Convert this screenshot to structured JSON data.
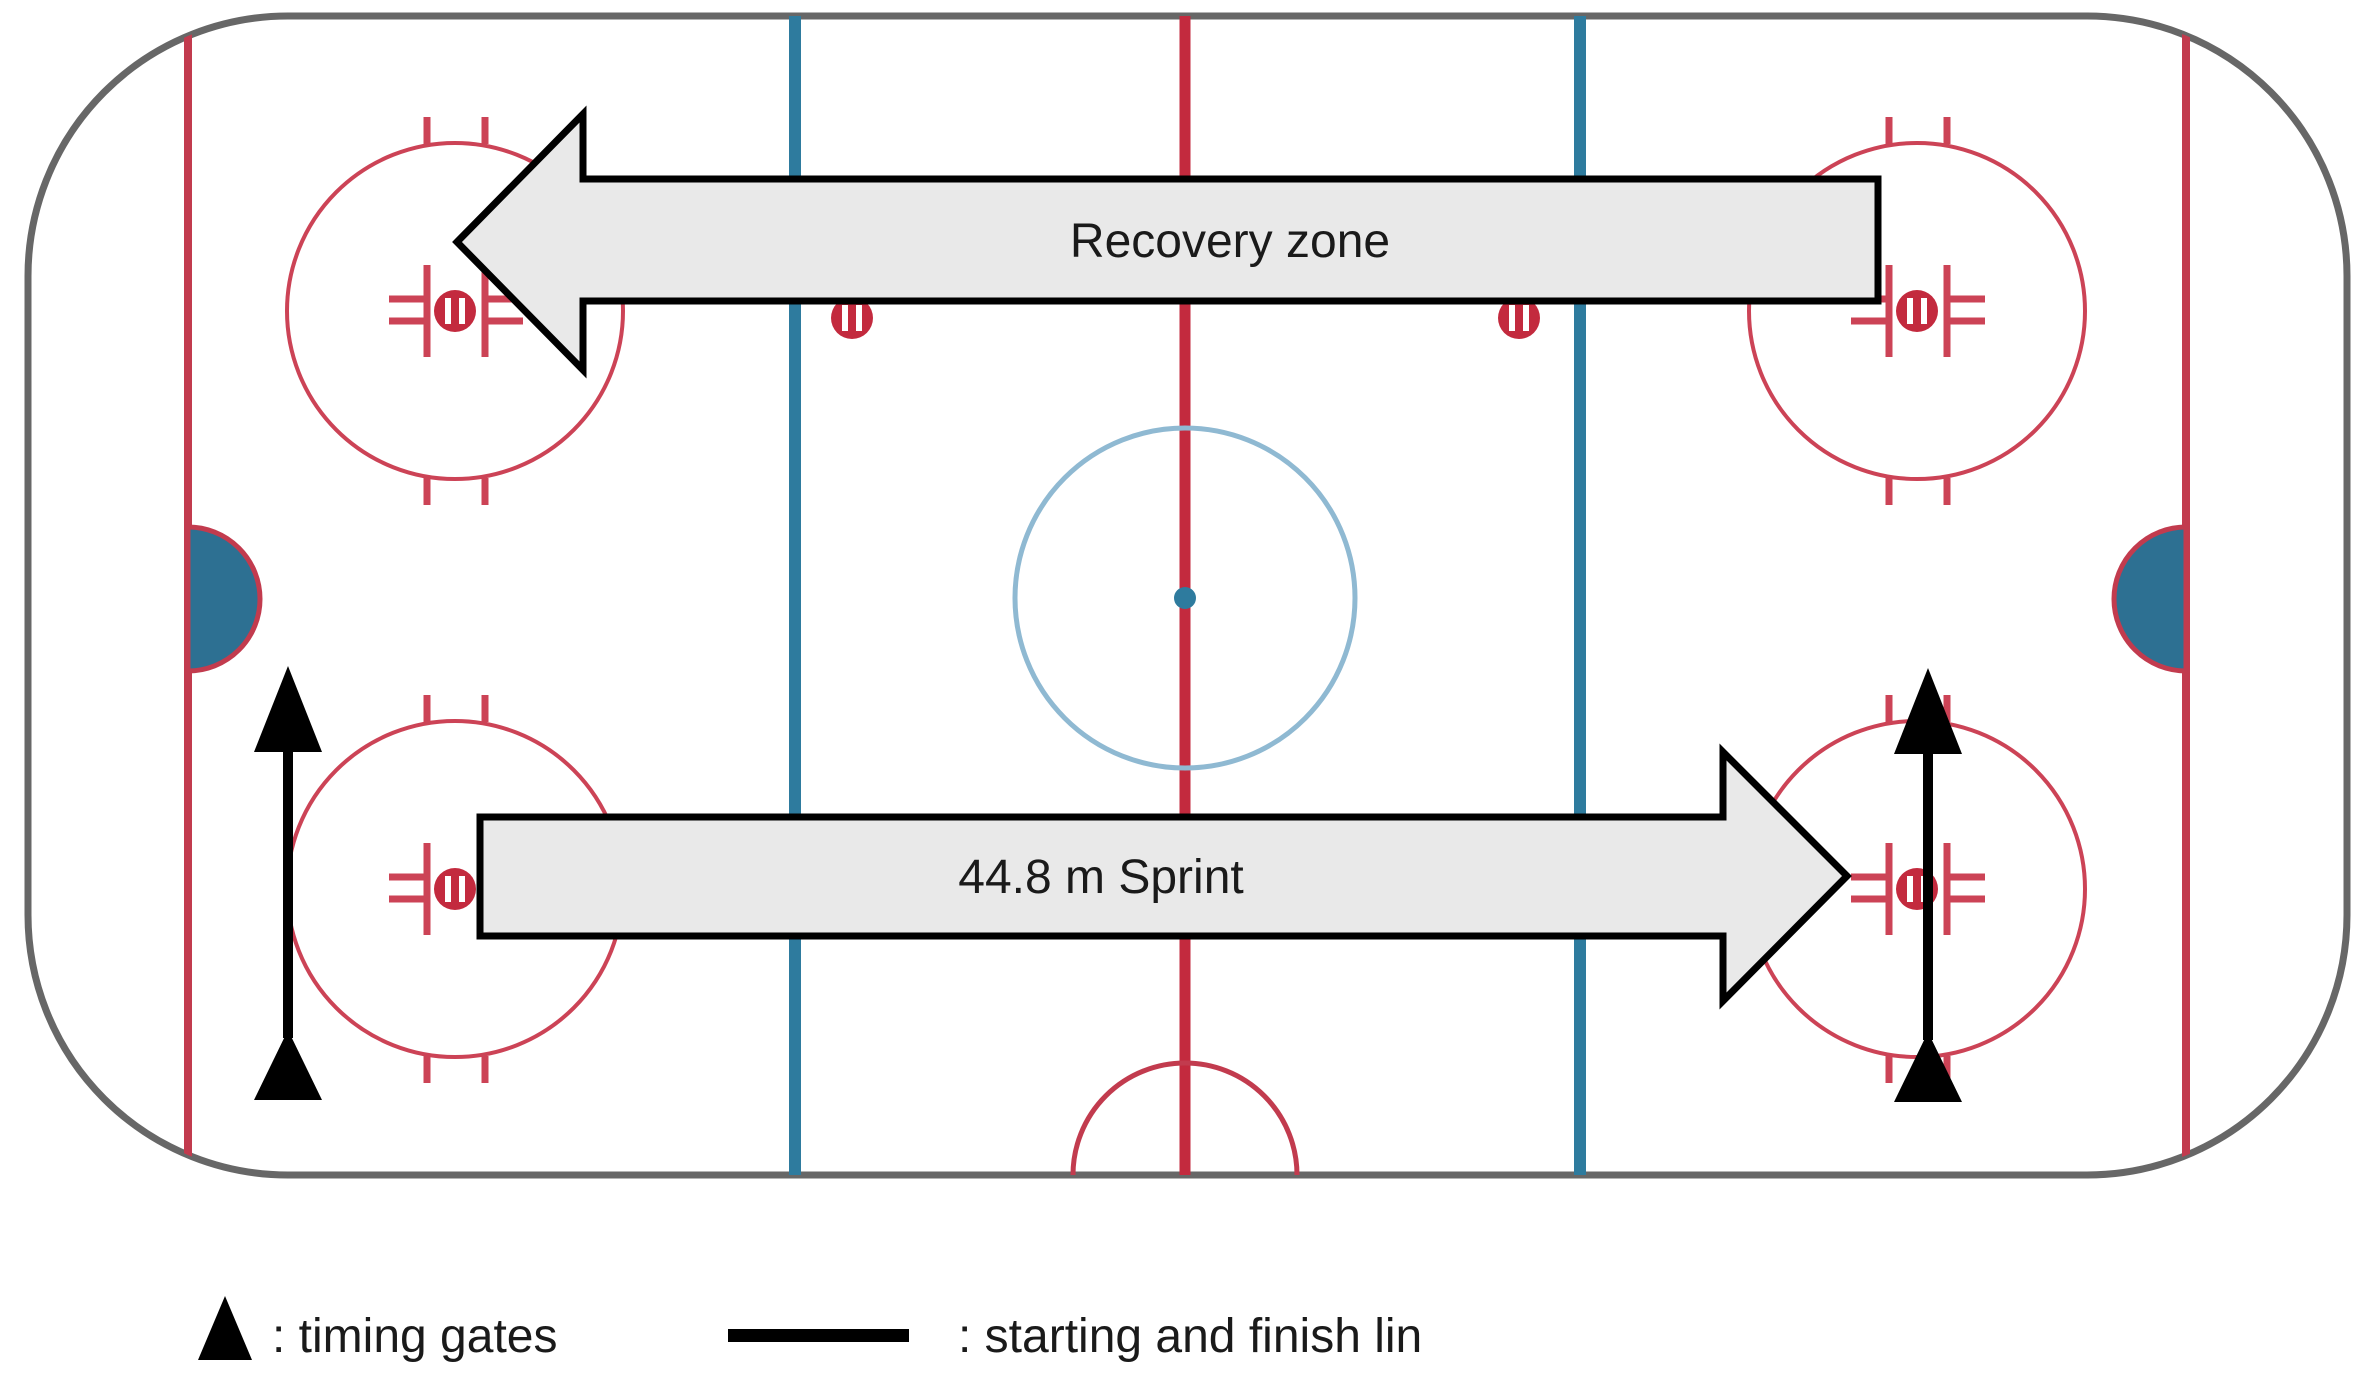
{
  "colors": {
    "board_gray": "#676767",
    "goal_red": "#c23b4e",
    "center_red": "#c32a3e",
    "blue_line": "#2e7b9e",
    "light_blue": "#8fb9d2",
    "center_dot_blue": "#2e7b9e",
    "crease_fill": "#2d7092",
    "faceoff_red": "#cc4356",
    "arrow_fill": "#e9e9e9",
    "arrow_stroke": "#000000",
    "gate_black": "#000000",
    "text_black": "#1a1a1a"
  },
  "arrows": {
    "recovery": {
      "label": "Recovery zone",
      "direction": "left"
    },
    "sprint": {
      "label": "44.8 m Sprint",
      "direction": "right"
    }
  },
  "legend": {
    "timing_gates": {
      "icon": "triangle-up-icon",
      "label": ": timing gates"
    },
    "start_finish": {
      "icon": "thick-line-icon",
      "label": ": starting and finish lin"
    }
  }
}
